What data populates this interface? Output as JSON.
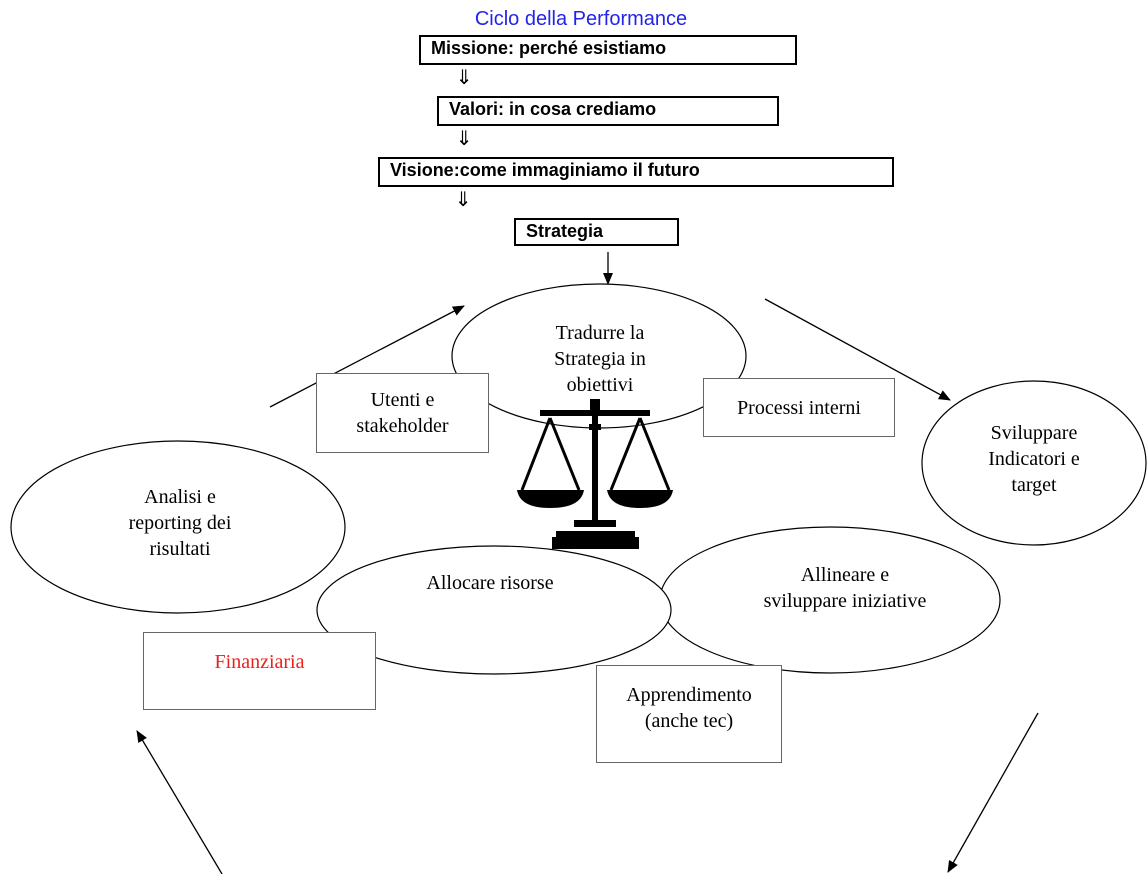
{
  "diagram": {
    "title": "Ciclo della Performance",
    "header_boxes": {
      "missione": "Missione: perché esistiamo",
      "valori": "Valori: in cosa crediamo",
      "visione": "Visione:come immaginiamo il futuro",
      "strategia": "Strategia"
    },
    "down_arrow_glyph": "⇓",
    "ellipses": {
      "tradurre": [
        "Tradurre la",
        "Strategia in",
        "obiettivi"
      ],
      "sviluppare": [
        "Sviluppare",
        "Indicatori e",
        "target"
      ],
      "analisi": [
        "Analisi e",
        "reporting dei",
        "risultati"
      ],
      "allocare": "Allocare risorse",
      "allineare": [
        "Allineare e",
        "sviluppare iniziative"
      ]
    },
    "perspective_boxes": {
      "utenti": [
        "Utenti e",
        "stakeholder"
      ],
      "processi": "Processi interni",
      "finanziaria": "Finanziaria",
      "apprendimento": [
        "Apprendimento",
        "(anche tec)"
      ]
    },
    "scale_icon": "balance-scale-icon",
    "colors": {
      "title": "#2424e8",
      "finanziaria": "#e8231f"
    }
  }
}
